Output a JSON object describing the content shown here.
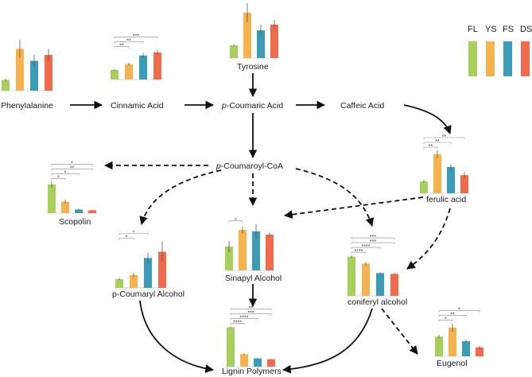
{
  "legend": {
    "items": [
      {
        "label": "FL",
        "color": "#a6d05b"
      },
      {
        "label": "YS",
        "color": "#f6b24c"
      },
      {
        "label": "FS",
        "color": "#3b9cb8"
      },
      {
        "label": "DS",
        "color": "#ef6b4c"
      }
    ]
  },
  "colors": {
    "FL": "#a6d05b",
    "YS": "#f6b24c",
    "FS": "#3b9cb8",
    "DS": "#ef6b4c"
  },
  "nodes": {
    "phenylalanine": "Phenylalanine",
    "cinnamic_acid": "Cinnamic Acid",
    "tyrosine": "Tyrosine",
    "p_coumaric_prefix": "p",
    "p_coumaric_rest": "-Coumaric Acid",
    "caffeic_acid": "Caffeic Acid",
    "p_coumaroyl_prefix": "p",
    "p_coumaroyl_rest": "-Coumaroyl-CoA",
    "ferulic_acid": "ferulic acid",
    "scopolin": "Scopolin",
    "sinapyl_alcohol": "Sinapyl Alcohol",
    "p_coumaryl_alcohol": "p-Coumaryl Alcohol",
    "coniferyl_alcohol": "coniferyl alcohol",
    "lignin_polymers": "Lignin Polymers",
    "eugenol": "Eugenol"
  },
  "chart_data": [
    {
      "type": "bar",
      "id": "phenylalanine",
      "categories": [
        "FL",
        "YS",
        "FS",
        "DS"
      ],
      "values": [
        0.18,
        0.7,
        0.5,
        0.6
      ],
      "errors": [
        0.02,
        0.15,
        0.1,
        0.1
      ],
      "significance": []
    },
    {
      "type": "bar",
      "id": "cinnamic_acid",
      "categories": [
        "FL",
        "YS",
        "FS",
        "DS"
      ],
      "values": [
        0.22,
        0.35,
        0.55,
        0.62
      ],
      "errors": [
        0.02,
        0.03,
        0.06,
        0.06
      ],
      "significance": [
        "**",
        "**",
        "***"
      ]
    },
    {
      "type": "bar",
      "id": "tyrosine",
      "categories": [
        "FL",
        "YS",
        "FS",
        "DS"
      ],
      "values": [
        0.27,
        0.95,
        0.58,
        0.7
      ],
      "errors": [
        0.02,
        0.2,
        0.12,
        0.1
      ],
      "significance": []
    },
    {
      "type": "bar",
      "id": "ferulic_acid",
      "categories": [
        "FL",
        "YS",
        "FS",
        "DS"
      ],
      "values": [
        0.25,
        0.82,
        0.55,
        0.38
      ],
      "errors": [
        0.03,
        0.08,
        0.06,
        0.06
      ],
      "significance": [
        "**",
        "**",
        "**"
      ]
    },
    {
      "type": "bar",
      "id": "scopolin",
      "categories": [
        "FL",
        "YS",
        "FS",
        "DS"
      ],
      "values": [
        0.8,
        0.32,
        0.1,
        0.08
      ],
      "errors": [
        0.08,
        0.06,
        0.03,
        0.02
      ],
      "significance": [
        "*",
        "*",
        "**",
        "*"
      ]
    },
    {
      "type": "bar",
      "id": "sinapyl_alcohol",
      "categories": [
        "FL",
        "YS",
        "FS",
        "DS"
      ],
      "values": [
        0.5,
        0.85,
        0.82,
        0.75
      ],
      "errors": [
        0.12,
        0.07,
        0.15,
        0.05
      ],
      "significance": [
        "*"
      ]
    },
    {
      "type": "bar",
      "id": "p_coumaryl_alcohol",
      "categories": [
        "FL",
        "YS",
        "FS",
        "DS"
      ],
      "values": [
        0.17,
        0.25,
        0.58,
        0.7
      ],
      "errors": [
        0.02,
        0.04,
        0.1,
        0.2
      ],
      "significance": [
        "*",
        "*"
      ]
    },
    {
      "type": "bar",
      "id": "coniferyl_alcohol",
      "categories": [
        "FL",
        "YS",
        "FS",
        "DS"
      ],
      "values": [
        0.95,
        0.78,
        0.55,
        0.53
      ],
      "errors": [
        0.03,
        0.04,
        0.02,
        0.02
      ],
      "significance": [
        "****",
        "****",
        "***",
        "***"
      ]
    },
    {
      "type": "bar",
      "id": "lignin_polymers",
      "categories": [
        "FL",
        "YS",
        "FS",
        "DS"
      ],
      "values": [
        0.95,
        0.3,
        0.2,
        0.18
      ],
      "errors": [
        0.02,
        0.02,
        0.01,
        0.01
      ],
      "significance": [
        "****",
        "****",
        "***",
        "**"
      ]
    },
    {
      "type": "bar",
      "id": "eugenol",
      "categories": [
        "FL",
        "YS",
        "FS",
        "DS"
      ],
      "values": [
        0.55,
        0.8,
        0.42,
        0.25
      ],
      "errors": [
        0.05,
        0.12,
        0.04,
        0.05
      ],
      "significance": [
        "*",
        "**",
        "*"
      ]
    }
  ]
}
